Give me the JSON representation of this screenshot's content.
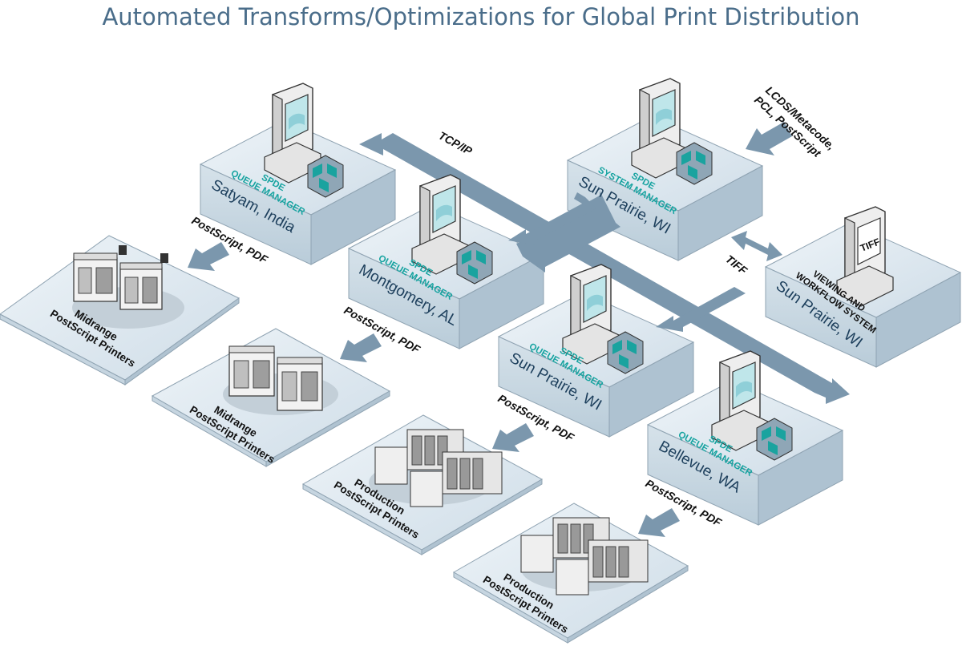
{
  "title": "Automated Transforms/Optimizations for Global Print Distribution",
  "colors": {
    "title": "#4a6d8a",
    "arrow": "#7b97ad",
    "platform_top": "#dbe6ee",
    "role_text": "#16a3a0",
    "location_text": "#1d3f5c"
  },
  "network": {
    "label": "TCP/IP"
  },
  "input": {
    "label_line1": "LCDS/Metacode,",
    "label_line2": "PCL, PostScript"
  },
  "tiff_link": {
    "label": "TIFF"
  },
  "nodes": {
    "system_manager": {
      "role_line1": "SPDE",
      "role_line2": "SYSTEM MANAGER",
      "location": "Sun Prairie, WI"
    },
    "viewing": {
      "role_line1": "VIEWING AND",
      "role_line2": "WORKFLOW SYSTEM",
      "location": "Sun Prairie, WI",
      "screen_text": "TIFF"
    },
    "satyam": {
      "role_line1": "SPDE",
      "role_line2": "QUEUE MANAGER",
      "location": "Satyam, India"
    },
    "montgomery": {
      "role_line1": "SPDE",
      "role_line2": "QUEUE MANAGER",
      "location": "Montgomery, AL"
    },
    "sunprairie_qm": {
      "role_line1": "SPDE",
      "role_line2": "QUEUE MANAGER",
      "location": "Sun Prairie, WI"
    },
    "bellevue": {
      "role_line1": "SPDE",
      "role_line2": "QUEUE MANAGER",
      "location": "Bellevue, WA"
    }
  },
  "flows": {
    "satyam": "PostScript, PDF",
    "montgomery": "PostScript, PDF",
    "sunprairie": "PostScript, PDF",
    "bellevue": "PostScript, PDF"
  },
  "printers": {
    "p1": {
      "line1": "Midrange",
      "line2": "PostScript Printers"
    },
    "p2": {
      "line1": "Midrange",
      "line2": "PostScript Printers"
    },
    "p3": {
      "line1": "Production",
      "line2": "PostScript Printers"
    },
    "p4": {
      "line1": "Production",
      "line2": "PostScript Printers"
    }
  }
}
